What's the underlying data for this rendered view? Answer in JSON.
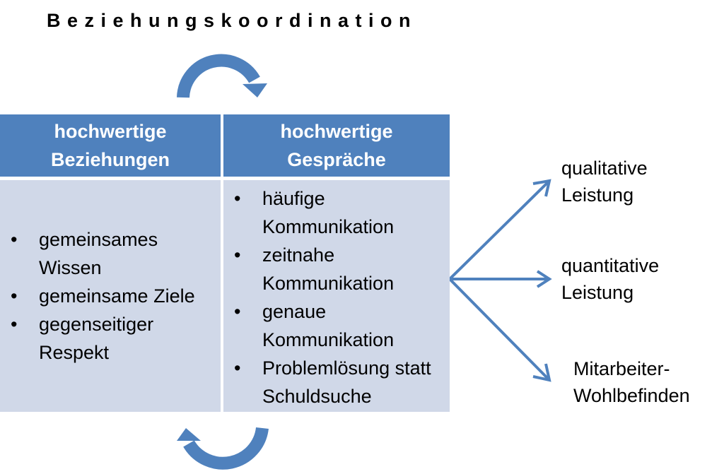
{
  "title": "Beziehungskoordination",
  "columns": [
    {
      "header_line1": "hochwertige",
      "header_line2": "Beziehungen",
      "items": [
        "gemeinsames Wissen",
        "gemeinsame Ziele",
        "gegenseitiger Respekt"
      ]
    },
    {
      "header_line1": "hochwertige",
      "header_line2": "Gespräche",
      "items": [
        "häufige Kommunikation",
        "zeitnahe Kommunikation",
        "genaue Kommunikation",
        "Problemlösung statt Schuldsuche"
      ]
    }
  ],
  "outcomes": [
    {
      "line1": "qualitative",
      "line2": "Leistung"
    },
    {
      "line1": "quantitative",
      "line2": "Leistung"
    },
    {
      "line1": "Mitarbeiter-",
      "line2": "Wohlbefinden"
    }
  ],
  "colors": {
    "header": "#4f81bd",
    "body": "#d0d8e8",
    "arrow": "#4f81bd"
  }
}
